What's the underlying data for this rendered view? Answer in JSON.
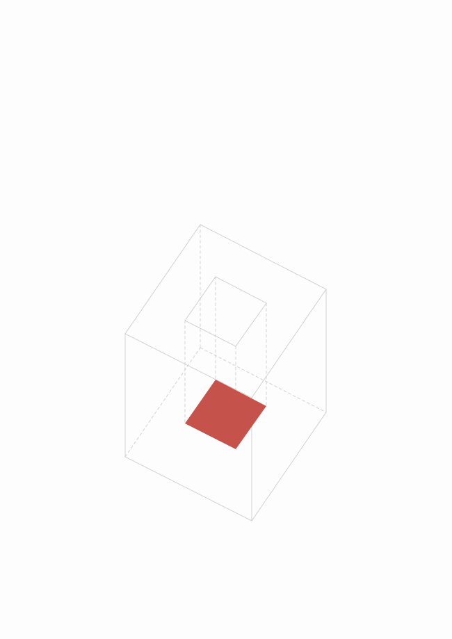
{
  "colors": {
    "background": "#fdfdfd",
    "line": "#c8c8c8",
    "highlight": "#c6534b"
  },
  "diagram": {
    "type": "isometric-wireframe",
    "objects": [
      "outer-cube",
      "inner-box",
      "red-square"
    ],
    "text": []
  }
}
